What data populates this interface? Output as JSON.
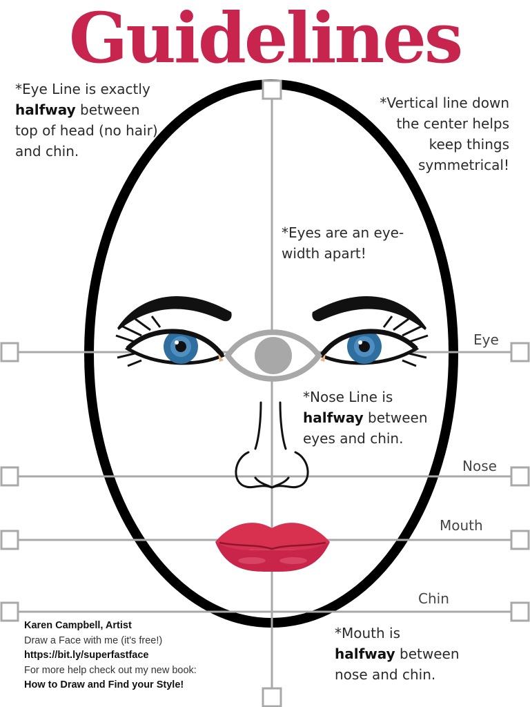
{
  "title": "Guidelines",
  "colors": {
    "title": "#c7244e",
    "guide": "#a8a8a8",
    "outline": "#000000",
    "lips": "#d8304f",
    "iris": "#2f6fa0"
  },
  "notes": {
    "eye_line": {
      "pre": "*Eye Line is exactly",
      "bold": "halfway",
      "post": " between",
      "line3": "top of head (no hair)",
      "line4": "and chin."
    },
    "vertical": {
      "line1": "*Vertical line down",
      "line2": "the center helps",
      "line3": "keep things",
      "line4": "symmetrical!"
    },
    "eyes_apart": {
      "line1": "*Eyes are an eye-",
      "line2": "width apart!"
    },
    "nose_line": {
      "line1": "*Nose Line is",
      "bold": "halfway",
      "post": " between",
      "line3": "eyes and chin."
    },
    "mouth": {
      "line1": "*Mouth is",
      "bold": "halfway",
      "post": " between",
      "line3": "nose and chin."
    }
  },
  "labels": {
    "eye": "Eye",
    "nose": "Nose",
    "mouth": "Mouth",
    "chin": "Chin"
  },
  "credits": {
    "artist": "Karen Campbell, Artist",
    "line2": "Draw a Face with me (it's free!)",
    "url": "https://bit.ly/superfastface",
    "line4": "For more help check out my new book:",
    "book": "How to Draw and Find your Style!"
  },
  "icons": [
    "eye-width-icon",
    "guide-handle-icon"
  ]
}
